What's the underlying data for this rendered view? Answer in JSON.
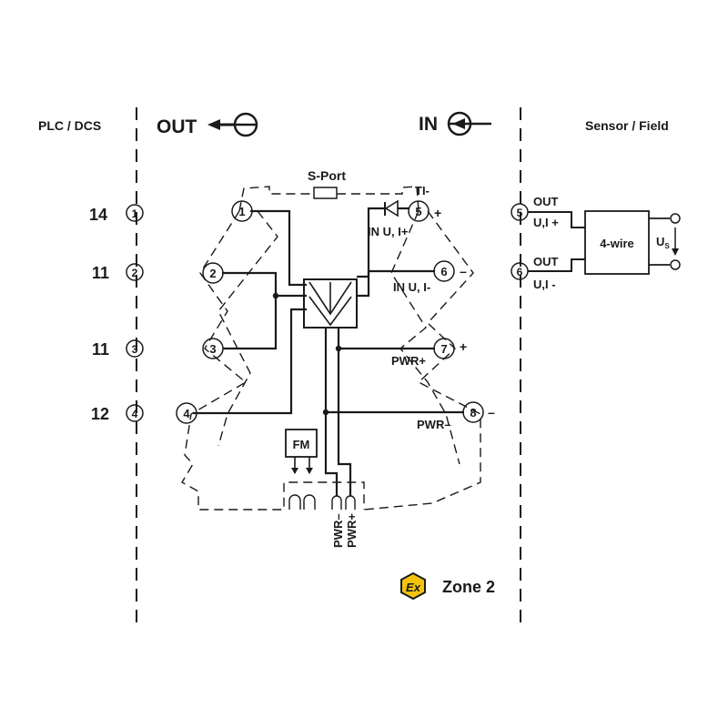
{
  "header": {
    "left_label": "PLC / DCS",
    "out_label": "OUT",
    "in_label": "IN",
    "right_label": "Sensor / Field"
  },
  "left_terminals": [
    {
      "number": "1",
      "label": "14"
    },
    {
      "number": "2",
      "label": "11"
    },
    {
      "number": "3",
      "label": "11"
    },
    {
      "number": "4",
      "label": "12"
    }
  ],
  "module_terminals": [
    "1",
    "2",
    "3",
    "4",
    "5",
    "6",
    "7",
    "8"
  ],
  "terminal_signs": {
    "t5": "+",
    "t6": "–",
    "t7": "+",
    "t8": "–"
  },
  "module_labels": {
    "sport": "S-Port",
    "ti": "TI-",
    "in_plus": "IN U, I+",
    "in_minus": "IN U, I-",
    "pwr_plus": "PWR+",
    "pwr_minus": "PWR–",
    "fm": "FM",
    "bottom_pwr_minus": "PWR–",
    "bottom_pwr_plus": "PWR+"
  },
  "sensor": {
    "terminals": [
      "5",
      "6"
    ],
    "out_top": "OUT",
    "ui_plus": "U,I +",
    "out_bottom": "OUT",
    "ui_minus": "U,I -",
    "box_label": "4-wire",
    "us": "U",
    "us_sub": "S"
  },
  "zone": {
    "icon_text": "Ex",
    "label": "Zone 2",
    "color": "#f2c40f"
  }
}
